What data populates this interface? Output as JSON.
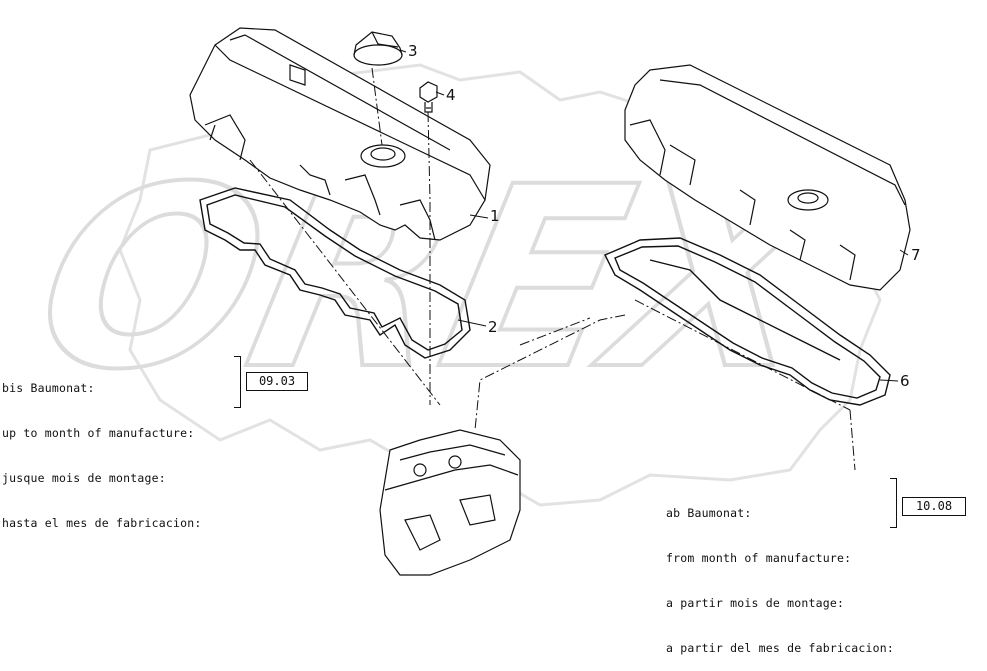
{
  "parts": {
    "p1": "1",
    "p2": "2",
    "p3": "3",
    "p4": "4",
    "p6": "6",
    "p7": "7"
  },
  "left_note": {
    "lines": [
      "bis Baumonat:",
      "up to month of manufacture:",
      "jusque mois de montage:",
      "hasta el mes de fabricacion:"
    ],
    "date": "09.03"
  },
  "right_note": {
    "lines": [
      "ab Baumonat:",
      "from month of manufacture:",
      "a partir mois de montage:",
      "a partir del mes de fabricacion:"
    ],
    "date": "10.08"
  },
  "watermark": "OREX",
  "colors": {
    "line": "#111111",
    "watermark": "#e6e6e6"
  }
}
